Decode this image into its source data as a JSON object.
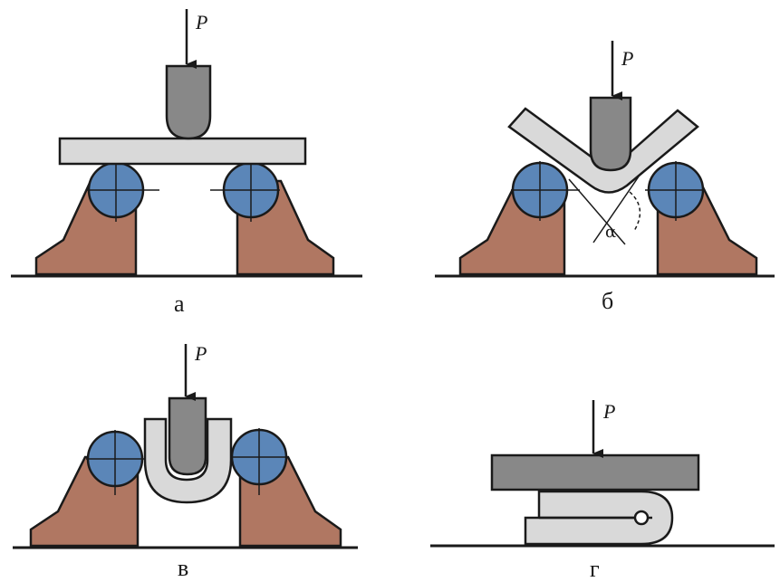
{
  "panels": {
    "a": {
      "caption": "а",
      "force_label": "P"
    },
    "b": {
      "caption": "б",
      "force_label": "P",
      "angle_label": "α"
    },
    "v": {
      "caption": "в",
      "force_label": "P"
    },
    "g": {
      "caption": "г",
      "force_label": "P"
    }
  },
  "colors": {
    "support": "#b07762",
    "roller": "#5b86b8",
    "punch": "#888888",
    "specimen": "#d9d9d9",
    "stroke": "#1a1a1a"
  }
}
